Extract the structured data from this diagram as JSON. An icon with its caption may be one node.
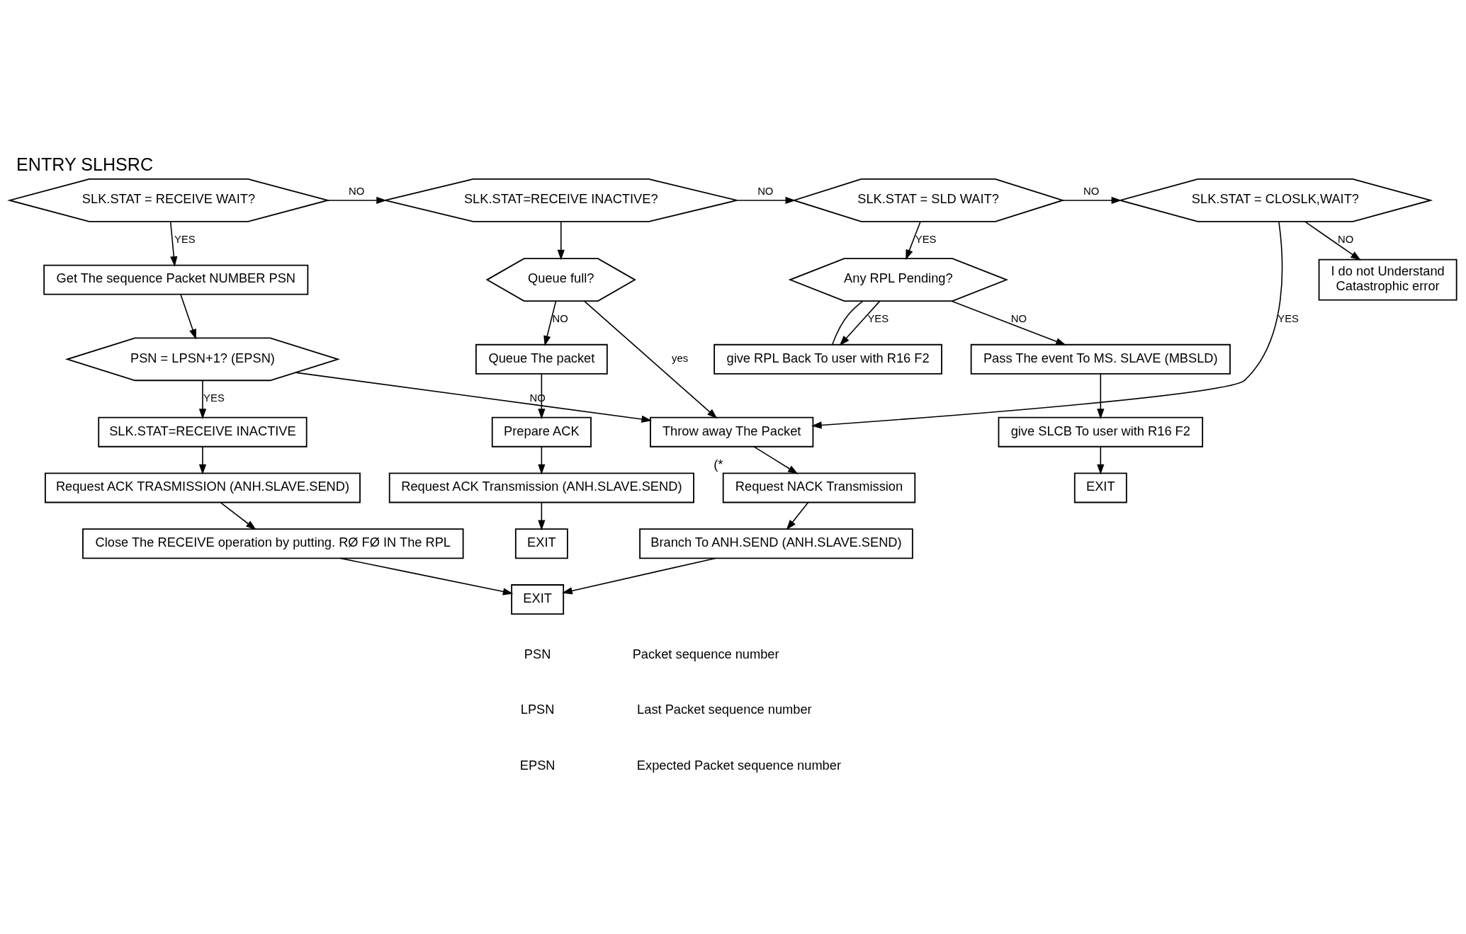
{
  "diagram": {
    "title": "ENTRY SLHSRC",
    "nodes": [
      {
        "text": [
          "SLK.STAT = RECEIVE WAIT?"
        ]
      },
      {
        "text": [
          "SLK.STAT=RECEIVE INACTIVE?"
        ]
      },
      {
        "text": [
          "SLK.STAT = SLD WAIT?"
        ]
      },
      {
        "text": [
          "SLK.STAT = CLOSLK,WAIT?"
        ]
      },
      {
        "text": [
          "Get The sequence Packet NUMBER PSN"
        ]
      },
      {
        "text": [
          "PSN = LPSN+1? (EPSN)"
        ]
      },
      {
        "text": [
          "SLK.STAT=RECEIVE INACTIVE"
        ]
      },
      {
        "text": [
          "Request ACK TRASMISSION (ANH.SLAVE.SEND)"
        ]
      },
      {
        "text": [
          "Close The RECEIVE operation by putting. RØ FØ IN The RPL"
        ]
      },
      {
        "text": [
          "EXIT"
        ]
      },
      {
        "text": [
          "Queue full?"
        ]
      },
      {
        "text": [
          "Queue The packet"
        ]
      },
      {
        "text": [
          "Prepare ACK"
        ]
      },
      {
        "text": [
          "Request ACK Transmission (ANH.SLAVE.SEND)"
        ]
      },
      {
        "text": [
          "EXIT"
        ]
      },
      {
        "text": [
          "Throw away The Packet"
        ]
      },
      {
        "text": [
          "Request NACK Transmission"
        ],
        "beside": [
          "(*"
        ]
      },
      {
        "text": [
          "Branch To ANH.SEND (ANH.SLAVE.SEND)"
        ]
      },
      {
        "text": [
          "I do not Understand",
          "Catastrophic error"
        ]
      },
      {
        "text": [
          "give RPL Back To user with R16 F2"
        ]
      },
      {
        "text": [
          "Any RPL Pending?"
        ]
      },
      {
        "text": [
          "Pass The event To MS. SLAVE (MBSLD)"
        ]
      },
      {
        "text": [
          "give SLCB To user with R16 F2"
        ]
      },
      {
        "text": [
          "EXIT"
        ]
      }
    ],
    "edges": [
      {
        "from": 0,
        "to": 1,
        "arrow": "to",
        "label": "NO"
      },
      {
        "from": 0,
        "to": 4,
        "arrow": "to",
        "label": "YES"
      },
      {
        "from": 1,
        "to": 2,
        "arrow": "to",
        "label": "NO"
      },
      {
        "from": 1,
        "to": 10,
        "arrow": "to"
      },
      {
        "from": 2,
        "to": 3,
        "arrow": "to",
        "label": "NO"
      },
      {
        "from": 2,
        "to": 20,
        "arrow": "to",
        "label": "YES"
      },
      {
        "from": 3,
        "to": 18,
        "arrow": "to",
        "label": "NO"
      },
      {
        "from": 3,
        "to": 15,
        "arrow": "to",
        "label": "YES"
      },
      {
        "from": 4,
        "to": 5,
        "arrow": "to"
      },
      {
        "from": 5,
        "to": 6,
        "arrow": "to",
        "label": "YES"
      },
      {
        "from": 5,
        "to": 15,
        "arrow": "to",
        "label": "NO"
      },
      {
        "from": 6,
        "to": 7,
        "arrow": "to"
      },
      {
        "from": 7,
        "to": 8,
        "arrow": "to"
      },
      {
        "from": 8,
        "to": 9,
        "arrow": "to"
      },
      {
        "from": 10,
        "to": 11,
        "arrow": "to",
        "label": "NO"
      },
      {
        "from": 10,
        "to": 15,
        "arrow": "to",
        "label": "yes"
      },
      {
        "from": 11,
        "to": 12,
        "arrow": "to"
      },
      {
        "from": 12,
        "to": 13,
        "arrow": "to"
      },
      {
        "from": 13,
        "to": 14,
        "arrow": "to"
      },
      {
        "from": 15,
        "to": 16,
        "arrow": "to"
      },
      {
        "from": 16,
        "to": 17,
        "arrow": "to"
      },
      {
        "from": 17,
        "to": 9,
        "arrow": "to"
      },
      {
        "from": 19,
        "to": 20,
        "arrow": "none"
      },
      {
        "from": 20,
        "to": 19,
        "arrow": "to",
        "label": "YES"
      },
      {
        "from": 20,
        "to": 21,
        "arrow": "to",
        "label": "NO"
      },
      {
        "from": 21,
        "to": 22,
        "arrow": "to"
      },
      {
        "from": 22,
        "to": 23,
        "arrow": "to"
      }
    ],
    "labels": [
      "PSN",
      "Packet sequence number",
      "LPSN",
      "Last Packet sequence number",
      "EPSN",
      "Expected Packet sequence number"
    ]
  }
}
